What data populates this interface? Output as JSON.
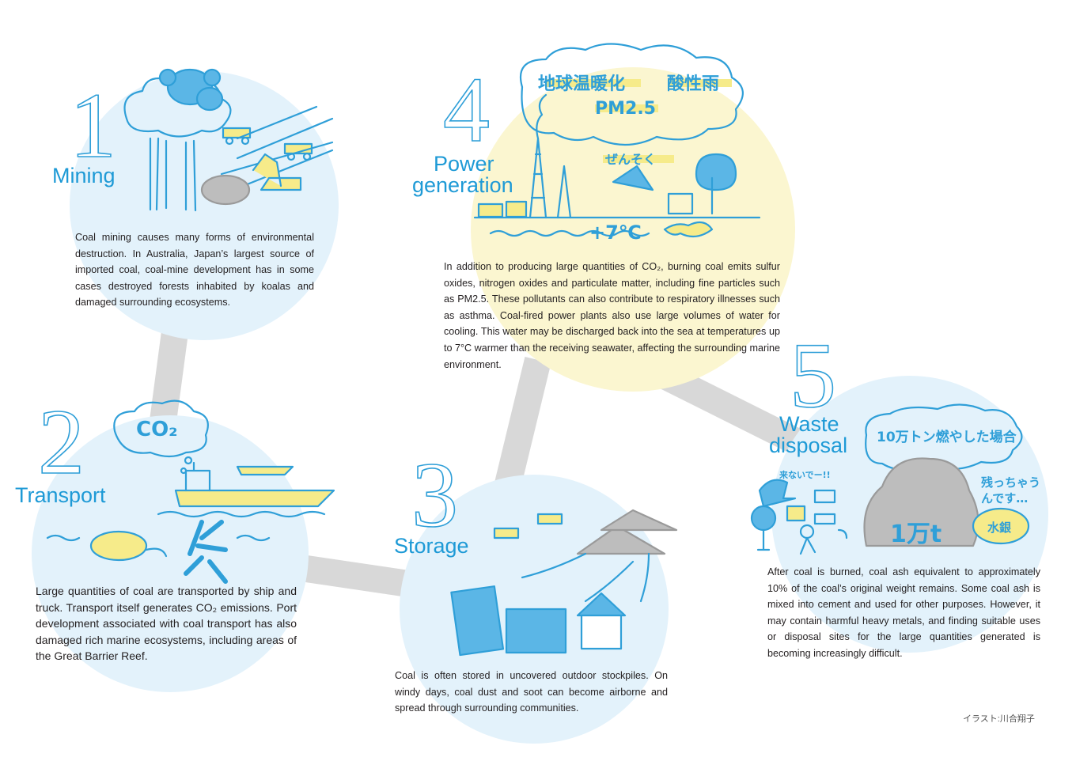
{
  "steps": [
    {
      "number": "1",
      "title": "Mining",
      "text": "Coal mining causes many forms of environmental destruction. In Australia, Japan’s largest source of imported coal, coal-mine development has in some cases destroyed forests inhabited by koalas and damaged surrounding ecosystems."
    },
    {
      "number": "2",
      "title": "Transport",
      "text": "Large quantities of coal are transported by ship and truck. Transport itself generates CO₂ emissions. Port development associated with coal transport has also damaged rich marine ecosystems, including areas of the Great Barrier Reef.",
      "bubble": "CO₂"
    },
    {
      "number": "3",
      "title": "Storage",
      "text": "Coal is often stored in uncovered outdoor stockpiles. On windy days, coal dust and soot can become airborne and spread through surrounding communities."
    },
    {
      "number": "4",
      "title_line1": "Power",
      "title_line2": "generation",
      "text": "In addition to producing large quantities of CO₂, burning coal emits sulfur oxides, nitrogen oxides and particulate matter, including fine particles such as PM2.5. These pollutants can also contribute to respiratory illnesses such as asthma. Coal-fired power plants also use large volumes of water for cooling. This water may be discharged back into the sea at temperatures up to 7°C warmer than the receiving seawater, affecting the surrounding marine environment.",
      "bubble_line1": "地球温暖化",
      "bubble_acid": "酸性雨",
      "bubble_pm": "PM2.5",
      "asthma": "ぜんそく",
      "temp": "+7℃"
    },
    {
      "number": "5",
      "title_line1": "Waste",
      "title_line2": "disposal",
      "text": "After coal is burned, coal ash equivalent to approximately 10% of the coal’s original weight remains. Some coal ash is mixed into cement and used for other purposes. However, it may contain harmful heavy metals, and finding suitable uses or disposal sites for the large quantities generated is becoming increasingly difficult.",
      "bubble": "10万トン燃やした場合",
      "dont_come": "来ないでー!!",
      "remains": "残っちゃうんです…",
      "pile": "1万t",
      "mercury": "水銀"
    }
  ],
  "credit": "イラスト:川合翔子",
  "colors": {
    "blue": "#2f9fd8",
    "light_blue": "#e3f2fb",
    "yellow": "#fbf6d0",
    "gray": "#d7d7d7",
    "highlight": "#f6eb8a"
  }
}
